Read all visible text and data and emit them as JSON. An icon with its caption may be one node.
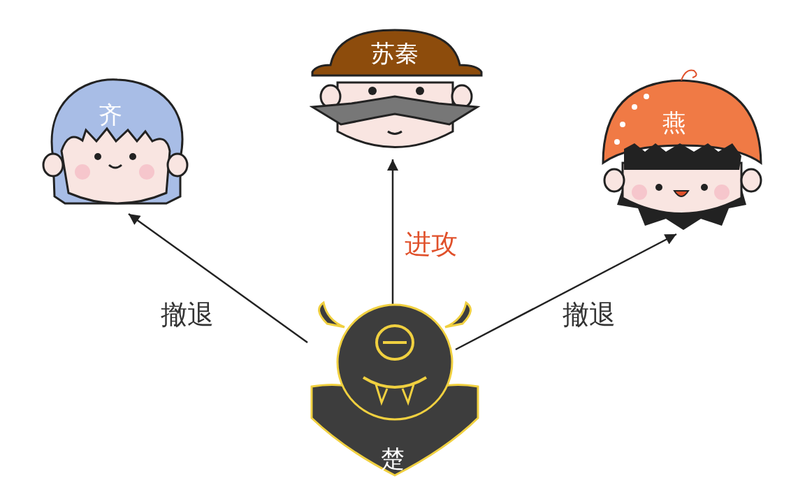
{
  "diagram": {
    "nodes": [
      {
        "text": [
          "齐"
        ]
      },
      {
        "text": [
          "苏秦"
        ]
      },
      {
        "text": [
          "燕"
        ]
      },
      {
        "text": [
          "楚"
        ]
      }
    ],
    "edges": [
      {
        "from": 3,
        "to": 0,
        "arrow": "to",
        "label": "撤退"
      },
      {
        "from": 3,
        "to": 1,
        "arrow": "to",
        "label": "进攻"
      },
      {
        "from": 3,
        "to": 2,
        "arrow": "to",
        "label": "撤退"
      }
    ]
  }
}
